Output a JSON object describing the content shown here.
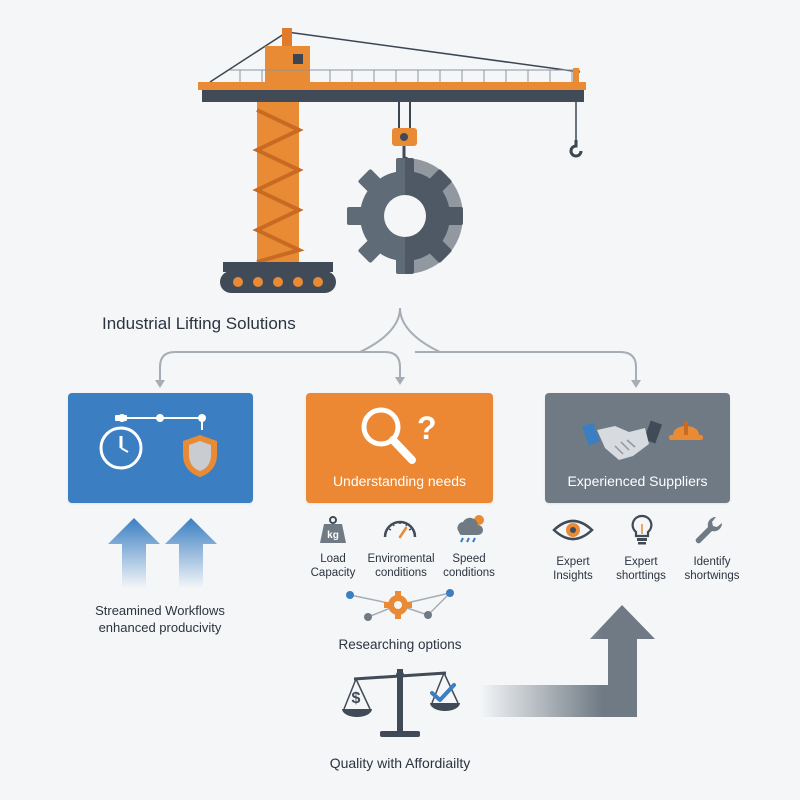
{
  "title": "Industrial Lifting Solutions",
  "colors": {
    "orange": "#ec8733",
    "blue": "#3b7fc2",
    "gray": "#6f7a84",
    "dark": "#414b57"
  },
  "cards": {
    "left": {
      "label": "",
      "icons": [
        "stopwatch-icon",
        "shield-icon"
      ]
    },
    "center": {
      "label": "Understanding needs",
      "icons": [
        "magnifier-question-icon"
      ]
    },
    "right": {
      "label": "Experienced Suppliers",
      "icons": [
        "handshake-icon",
        "hard-hat-icon"
      ]
    }
  },
  "left_branch": {
    "text_line1": "Streamined Workflows",
    "text_line2": "enhanced producivity",
    "icons": [
      "up-arrow-icon",
      "up-arrow-icon"
    ]
  },
  "needs": [
    {
      "icon": "weight-kg-icon",
      "icon_text": "kg",
      "line1": "Load",
      "line2": "Capacity"
    },
    {
      "icon": "speedometer-icon",
      "line1": "Enviromental",
      "line2": "conditions"
    },
    {
      "icon": "weather-icon",
      "line1": "Speed",
      "line2": "conditions"
    }
  ],
  "suppliers": [
    {
      "icon": "eye-icon",
      "line1": "Expert",
      "line2": "Insights"
    },
    {
      "icon": "lightbulb-icon",
      "line1": "Expert",
      "line2": "shorttings"
    },
    {
      "icon": "wrench-icon",
      "line1": "Identify",
      "line2": "shortwings"
    }
  ],
  "researching": {
    "label": "Researching options",
    "icon": "network-gear-icon"
  },
  "quality": {
    "label": "Quality with Affordiailty",
    "icon": "balance-scale-icon",
    "dollar": "$"
  }
}
